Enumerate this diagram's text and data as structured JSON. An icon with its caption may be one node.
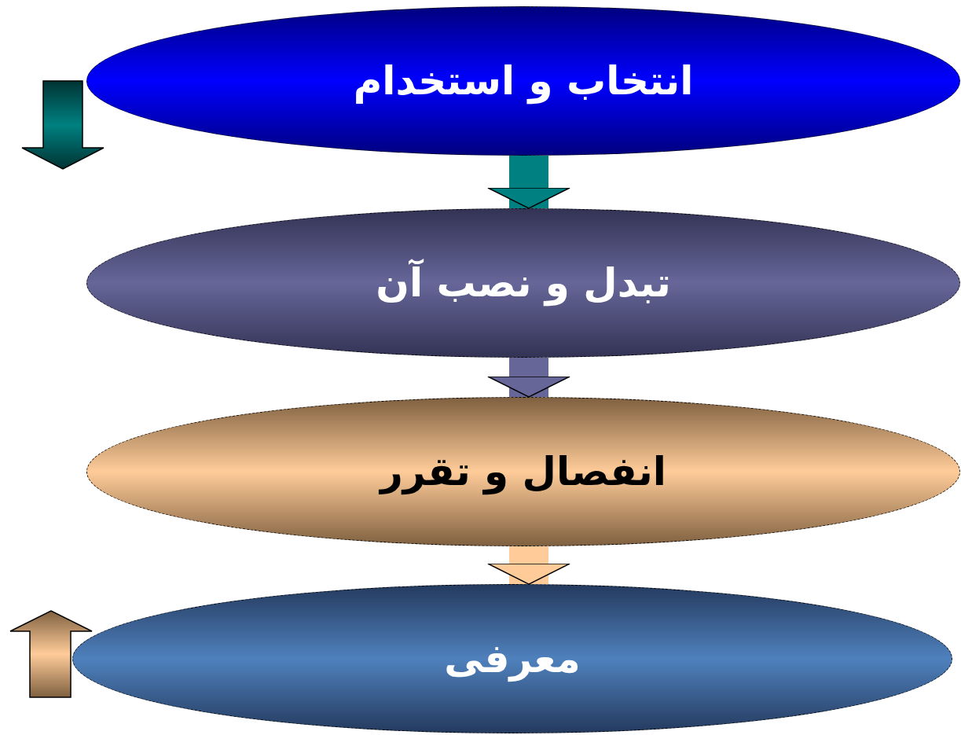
{
  "diagram": {
    "nodes": [
      {
        "text": [
          "انتخاب و استخدام"
        ]
      },
      {
        "text": [
          "تبدل و نصب آن"
        ]
      },
      {
        "text": [
          "انفصال و تقرر"
        ]
      },
      {
        "text": [
          "معرفی"
        ]
      }
    ],
    "edges": [
      {
        "from": 0,
        "to": 1,
        "arrow": "to",
        "color": "#008080"
      },
      {
        "from": 1,
        "to": 2,
        "arrow": "to",
        "color": "#666699"
      },
      {
        "from": 2,
        "to": 3,
        "arrow": "to",
        "color": "#ffcc99"
      }
    ]
  }
}
